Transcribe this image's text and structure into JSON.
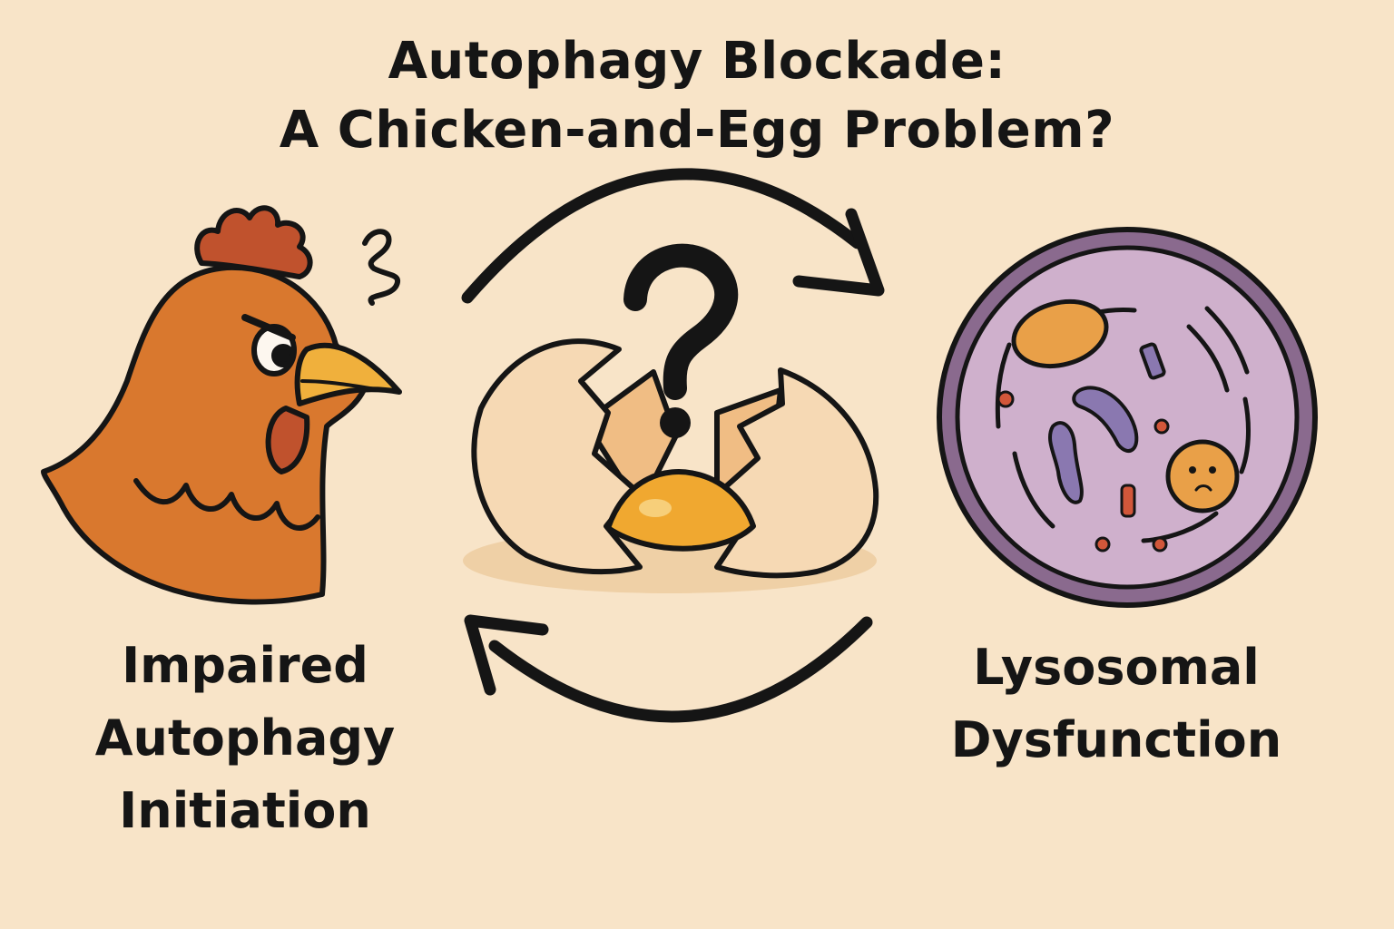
{
  "title": {
    "line1": "Autophagy Blockade:",
    "line2": "A Chicken-and-Egg Problem?"
  },
  "left_node": {
    "label_lines": [
      "Impaired",
      "Autophagy",
      "Initiation"
    ],
    "icon": "chicken-icon"
  },
  "center_node": {
    "icon": "cracked-egg-icon",
    "symbol": "?"
  },
  "right_node": {
    "label_lines": [
      "Lysosomal",
      "Dysfunction"
    ],
    "icon": "cell-icon"
  },
  "colors": {
    "background": "#f8e4c8",
    "chicken": "#d9782e",
    "comb": "#c0522d",
    "beak": "#f0b03c",
    "egg_shell": "#f6d9b4",
    "yolk": "#f0a830",
    "cell": "#cfb0cc",
    "cell_rim": "#8a6a8e",
    "organelle_purple": "#8a78b0",
    "outline": "#151515"
  }
}
